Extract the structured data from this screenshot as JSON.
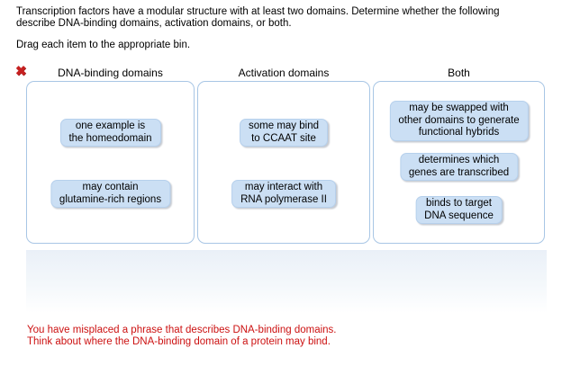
{
  "question": {
    "text": "Transcription factors have a modular structure with at least two domains. Determine whether the following\ndescribe DNA-binding domains, activation domains, or both.",
    "drag_prompt": "Drag each item to the appropriate bin."
  },
  "icons": {
    "error_x_glyph": "✖"
  },
  "bins": [
    {
      "label": "DNA-binding domains",
      "items": [
        {
          "text": "one example is\nthe homeodomain"
        },
        {
          "text": "may contain\nglutamine-rich regions"
        }
      ]
    },
    {
      "label": "Activation domains",
      "items": [
        {
          "text": "some may bind\nto CCAAT site"
        },
        {
          "text": "may interact with\nRNA polymerase II"
        }
      ]
    },
    {
      "label": "Both",
      "items": [
        {
          "text": "may be swapped with\nother domains to generate\nfunctional hybrids"
        },
        {
          "text": "determines which\ngenes are transcribed"
        },
        {
          "text": "binds to target\nDNA sequence"
        }
      ]
    }
  ],
  "feedback": {
    "text": "You have misplaced a phrase that describes DNA-binding domains.\nThink about where the DNA-binding domain of a protein may bind."
  },
  "colors": {
    "chip_bg": "#cbdff4",
    "chip_border": "#b6d0ec",
    "bin_border": "#a8c6e5",
    "band_top": "#eaf0f8",
    "feedback_red": "#cc1111",
    "error_x_red": "#c62020"
  }
}
